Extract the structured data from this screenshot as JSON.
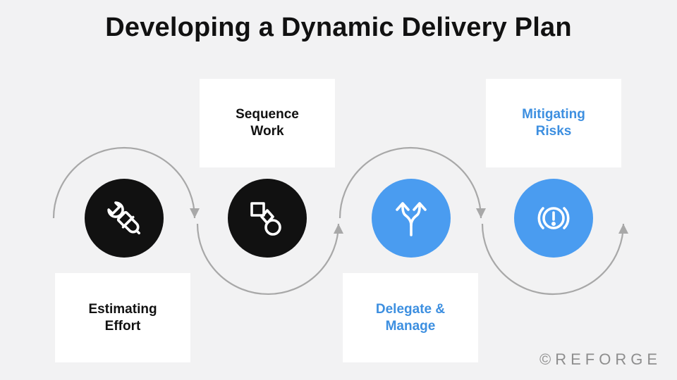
{
  "title": "Developing a Dynamic Delivery Plan",
  "steps": [
    {
      "label": "Estimating\nEffort",
      "icon": "plug-wrench-icon",
      "circle_color": "#111111",
      "label_color": "#111111"
    },
    {
      "label": "Sequence\nWork",
      "icon": "shapes-icon",
      "circle_color": "#111111",
      "label_color": "#111111"
    },
    {
      "label": "Delegate &\nManage",
      "icon": "split-arrows-icon",
      "circle_color": "#4a9cf0",
      "label_color": "#3d8fe0"
    },
    {
      "label": "Mitigating\nRisks",
      "icon": "warning-brake-icon",
      "circle_color": "#4a9cf0",
      "label_color": "#3d8fe0"
    }
  ],
  "connector_color": "#a8a8a8",
  "logo": "©REFORGE"
}
